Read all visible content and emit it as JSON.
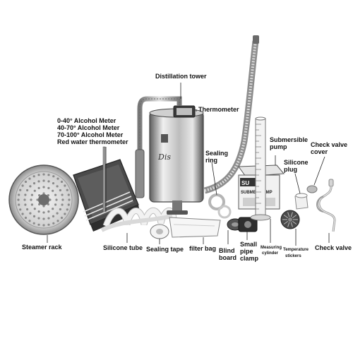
{
  "labels": {
    "distillation_tower": "Distillation tower",
    "thermometer": "Thermometer",
    "alcohol_meter_0_40": "0-40° Alcohol Meter",
    "alcohol_meter_40_70": "40-70° Alcohol Meter",
    "alcohol_meter_70_100": "70-100° Alcohol Meter",
    "red_water_thermometer": "Red water thermometer",
    "sealing_ring_1": "Sealing",
    "sealing_ring_2": "ring",
    "submersible_pump_1": "Submersible",
    "submersible_pump_2": "pump",
    "silicone_plug_1": "Silicone",
    "silicone_plug_2": "plug",
    "check_valve_cover_1": "Check valve",
    "check_valve_cover_2": "cover",
    "steamer_rack": "Steamer rack",
    "silicone_tube": "Silicone tube",
    "sealing_tape": "Sealing tape",
    "filter_bag": "filter bag",
    "blind_board_1": "Blind",
    "blind_board_2": "board",
    "small_pipe_clamp_1": "Small",
    "small_pipe_clamp_2": "pipe",
    "small_pipe_clamp_3": "clamp",
    "measuring_cylinder_1": "Measuring",
    "measuring_cylinder_2": "cylinder",
    "temperature_stickers_1": "Temperature",
    "temperature_stickers_2": "stickers",
    "check_valve": "Check valve"
  },
  "product_text": {
    "pump_box_brand": "SU",
    "pump_box_model": "SUBME   EPUMP",
    "tank_marking": "Dis"
  },
  "colors": {
    "background": "#ffffff",
    "text": "#111111",
    "metal_light": "#e4e4e4",
    "metal_dark": "#6f6f6f"
  }
}
